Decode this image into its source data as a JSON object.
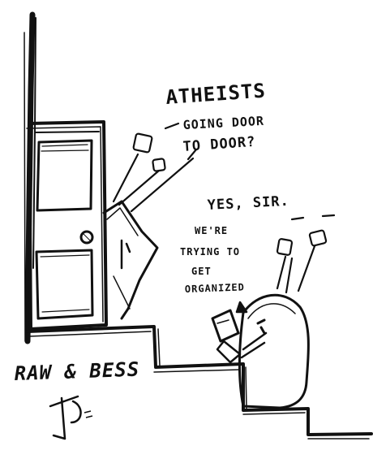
{
  "comic": {
    "caption_speaker_1_line_1": "ATHEISTS",
    "caption_speaker_1_line_2": "GOING DOOR",
    "caption_speaker_1_line_3": "TO DOOR?",
    "caption_speaker_2_line_1": "YES, SIR.",
    "caption_speaker_2_line_2": "WE'RE",
    "caption_speaker_2_line_3": "TRYING TO",
    "caption_speaker_2_line_4": "GET",
    "caption_speaker_2_line_5": "ORGANIZED",
    "signature": "RAW & BESS"
  },
  "colors": {
    "ink": "#111111",
    "paper": "#ffffff"
  }
}
